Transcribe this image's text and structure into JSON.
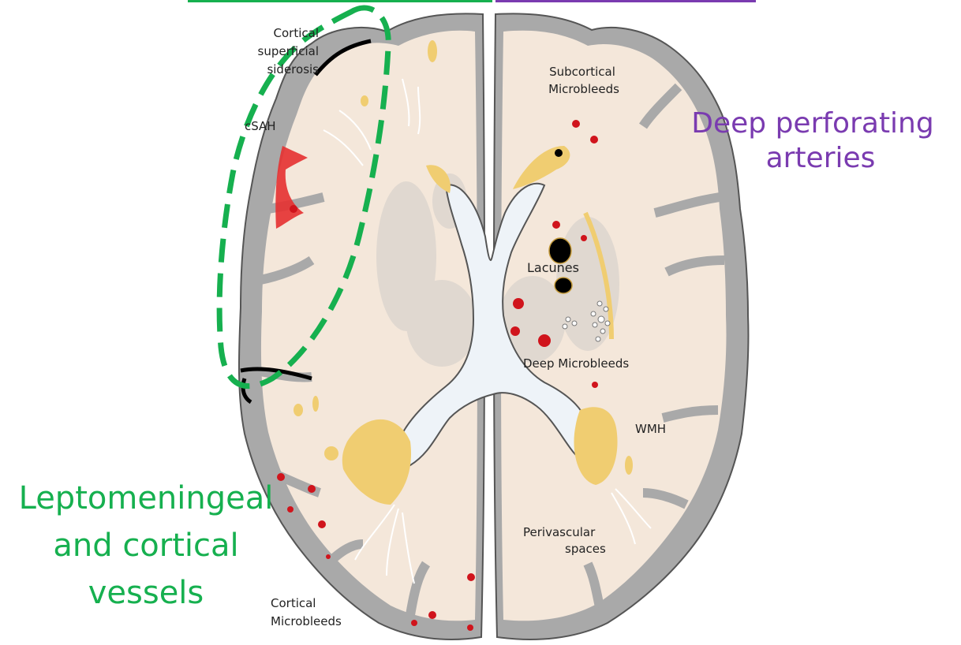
{
  "labels": {
    "cortical_superficial_siderosis": [
      "Cortical",
      "superficial",
      "siderosis"
    ],
    "csah": "cSAH",
    "subcortical_microbleeds": [
      "Subcortical",
      "Microbleeds"
    ],
    "lacunes": "Lacunes",
    "deep_microbleeds": "Deep Microbleeds",
    "wmh": "WMH",
    "perivascular_spaces": [
      "Perivascular",
      "spaces"
    ],
    "cortical_microbleeds": [
      "Cortical",
      "Microbleeds"
    ]
  },
  "categories": {
    "leptomeningeal": [
      "Leptomeningeal",
      "and cortical",
      "vessels"
    ],
    "deep_perforating": [
      "Deep perforating",
      "arteries"
    ]
  },
  "colors": {
    "cortex": "#a9a9a9",
    "white_matter": "#f4e7da",
    "ventricle": "#eef3f8",
    "wmh": "#f0cd71",
    "microbleed": "#d0141c",
    "csah": "#e53030",
    "green": "#16b04f",
    "purple": "#7a3bb0"
  }
}
